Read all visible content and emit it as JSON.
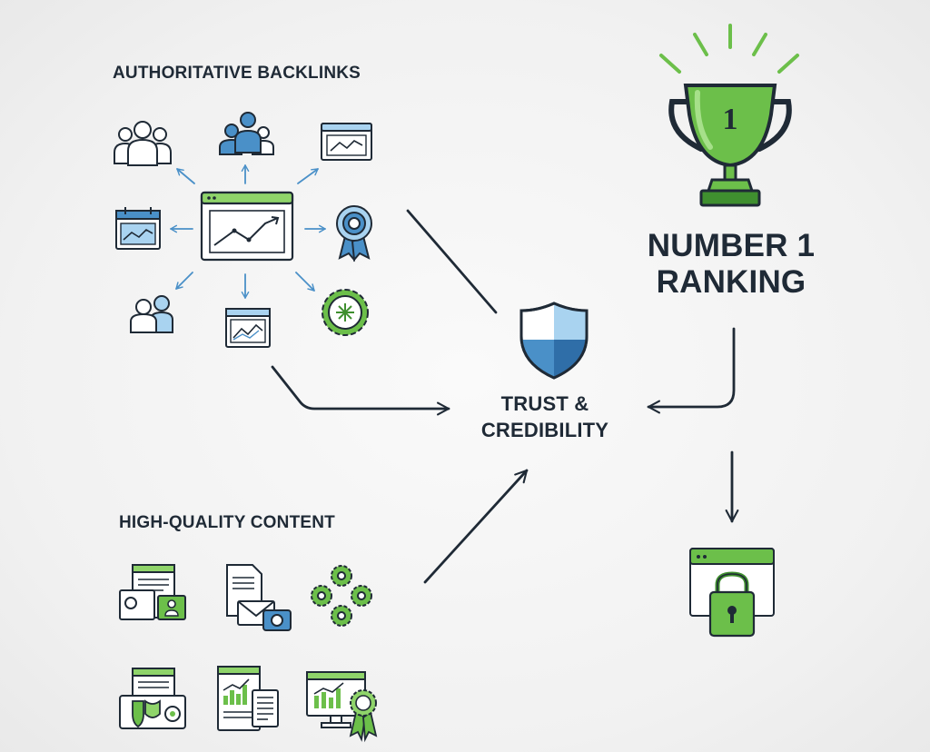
{
  "labels": {
    "authoritative_backlinks": "AUTHORITATIVE BACKLINKS",
    "trust_line1": "TRUST &",
    "trust_line2": "CREDIBILITY",
    "ranking_line1": "NUMBER 1",
    "ranking_line2": "RANKING",
    "high_quality_content": "HIGH-QUALITY CONTENT",
    "trophy_number": "1"
  },
  "colors": {
    "ink": "#1f2a36",
    "green": "#6cbf4a",
    "green_light": "#8fd46a",
    "green_dark": "#3f8f2f",
    "blue": "#4a90c8",
    "blue_light": "#a9d3f0",
    "blue_dark": "#2f6ea8"
  },
  "icons": {
    "backlinks": [
      "group-icon",
      "team-icon",
      "chart-window-icon",
      "calendar-chart-icon",
      "analytics-dashboard-icon",
      "award-badge-icon",
      "users-icon",
      "trend-chart-icon",
      "gear-seal-icon"
    ],
    "content": [
      "article-profile-icon",
      "document-mail-icon",
      "gears-icon",
      "shield-article-icon",
      "report-chart-icon",
      "monitor-award-icon"
    ],
    "other": [
      "shield-icon",
      "trophy-icon",
      "secure-browser-lock-icon"
    ]
  }
}
